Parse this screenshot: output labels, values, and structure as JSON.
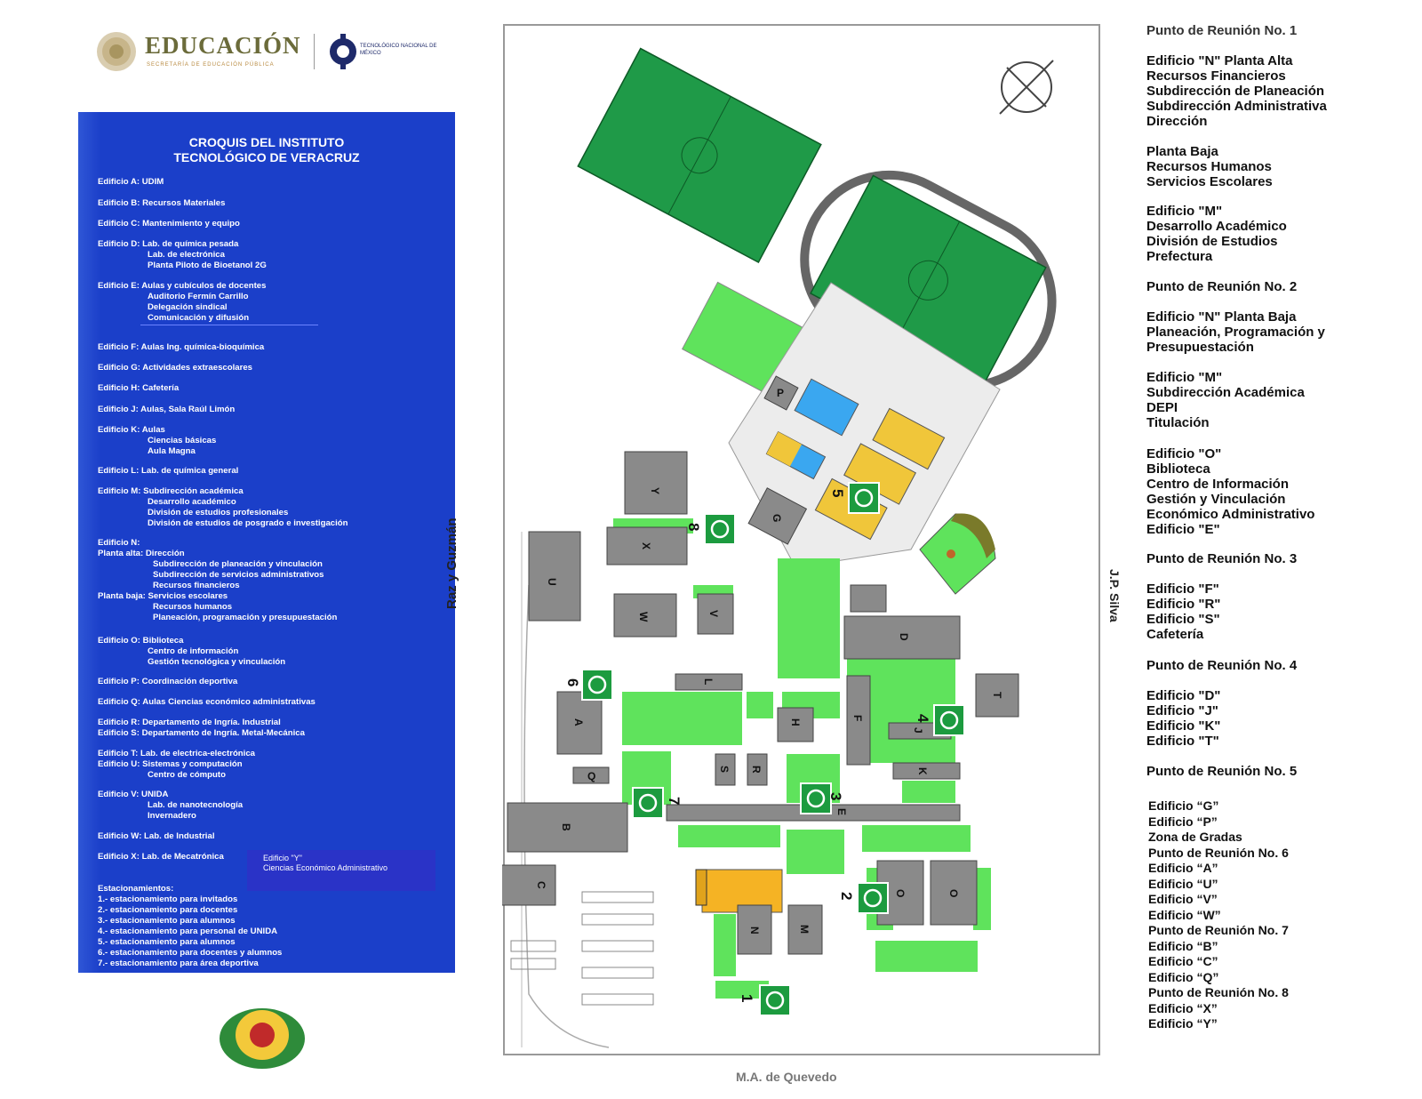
{
  "header": {
    "brand": "EDUCACIÓN",
    "brand_sub": "SECRETARÍA DE EDUCACIÓN PÚBLICA",
    "tecnm": "TECNOLÓGICO NACIONAL DE MÉXICO"
  },
  "legend": {
    "title_line1": "CROQUIS DEL INSTITUTO",
    "title_line2": "TECNOLÓGICO DE VERACRUZ",
    "edificio_a": "Edificio A: UDIM",
    "edificio_b": "Edificio B: Recursos Materiales",
    "edificio_c": "Edificio C: Mantenimiento y equipo",
    "edificio_d": [
      "Edificio D: Lab. de química pesada",
      "Lab. de electrónica",
      "Planta Piloto de Bioetanol 2G"
    ],
    "edificio_e": [
      "Edificio E: Aulas y cubículos de docentes",
      "Auditorio Fermín Carrillo",
      "Delegación sindical",
      "Comunicación y difusión"
    ],
    "edificio_f": "Edificio F: Aulas Ing. química-bioquímica",
    "edificio_g": "Edificio G: Actividades extraescolares",
    "edificio_h": "Edificio H: Cafetería",
    "edificio_j": "Edificio J: Aulas, Sala Raúl Limón",
    "edificio_k": [
      "Edificio K: Aulas",
      "Ciencias básicas",
      "Aula Magna"
    ],
    "edificio_l": "Edificio L: Lab. de química general",
    "edificio_m": [
      "Edificio M: Subdirección académica",
      "Desarrollo académico",
      "División de estudios profesionales",
      "División de estudios de posgrado e investigación"
    ],
    "edificio_n_head": "Edificio N:",
    "edificio_n_alta": [
      "Planta alta: Dirección",
      "Subdirección de planeación y vinculación",
      "Subdirección de servicios administrativos",
      "Recursos financieros"
    ],
    "edificio_n_baja": [
      "Planta baja: Servicios escolares",
      "Recursos humanos",
      "Planeación, programación y presupuestación"
    ],
    "edificio_o": [
      "Edificio O: Biblioteca",
      "Centro de información",
      "Gestión tecnológica y vinculación"
    ],
    "edificio_p": "Edificio P: Coordinación deportiva",
    "edificio_q": "Edificio Q: Aulas Ciencias económico administrativas",
    "edificio_rs": [
      "Edificio R: Departamento de Ingría. Industrial",
      "Edificio S: Departamento de Ingría. Metal-Mecánica"
    ],
    "edificio_tu": [
      "Edificio T: Lab. de electrica-electrónica",
      "Edificio U: Sistemas y computación",
      "Centro de cómputo"
    ],
    "edificio_v": [
      "Edificio V: UNIDA",
      "Lab. de nanotecnología",
      "Invernadero"
    ],
    "edificio_w": "Edificio W: Lab. de Industrial",
    "edificio_x": "Edificio X: Lab. de Mecatrónica",
    "inset_y": [
      "Edificio \"Y\"",
      "Ciencias Económico Administrativo"
    ],
    "estacionamientos_head": "Estacionamientos:",
    "estacionamientos": [
      "1.- estacionamiento para invitados",
      "2.- estacionamiento para docentes",
      "3.- estacionamiento para alumnos",
      "4.- estacionamiento para personal de UNIDA",
      "5.- estacionamiento para alumnos",
      "6.- estacionamiento para docentes y alumnos",
      "7.- estacionamiento para área deportiva"
    ]
  },
  "streets": {
    "left": "Raz y Guzmán",
    "right": "J.P. Silva",
    "bottom": "M.A. de Quevedo"
  },
  "meeting_points": {
    "p1_title": "Punto de Reunión No. 1",
    "p1_alta": [
      "Edificio \"N\" Planta Alta",
      "Recursos Financieros",
      "Subdirección de Planeación",
      "Subdirección Administrativa",
      "Dirección"
    ],
    "p1_baja": [
      "Planta Baja",
      "Recursos Humanos",
      "Servicios Escolares"
    ],
    "p1_m": [
      "Edificio \"M\"",
      "Desarrollo Académico",
      "División de Estudios",
      "Prefectura"
    ],
    "p2_title": "Punto de Reunión No. 2",
    "p2_n": [
      "Edificio \"N\" Planta Baja",
      "Planeación, Programación y",
      "Presupuestación"
    ],
    "p2_m": [
      "Edificio \"M\"",
      "Subdirección Académica",
      "DEPI",
      "Titulación"
    ],
    "p2_o": [
      "Edificio \"O\"",
      "Biblioteca",
      "Centro de Información",
      "Gestión y Vinculación",
      "Económico Administrativo",
      "Edificio \"E\""
    ],
    "p3_title": "Punto de Reunión No. 3",
    "p3": [
      "Edificio \"F\"",
      "Edificio \"R\"",
      "Edificio \"S\"",
      "Cafetería"
    ],
    "p4_title": "Punto de Reunión No. 4",
    "p4": [
      "Edificio \"D\"",
      "Edificio \"J\"",
      "Edificio \"K\"",
      "Edificio \"T\""
    ],
    "p5_title": "Punto de Reunión No. 5",
    "p5_rest": [
      "Edificio “G”",
      "Edificio “P”",
      "Zona de Gradas",
      "Punto de Reunión No. 6",
      "Edificio “A”",
      "Edificio “U”",
      "Edificio “V”",
      "Edificio “W”",
      "Punto de Reunión No. 7",
      "Edificio “B”",
      "Edificio “C”",
      "Edificio “Q”",
      "Punto de Reunión No. 8",
      "Edificio “X”",
      "Edificio “Y”"
    ]
  },
  "map": {
    "buildings": [
      "A",
      "B",
      "C",
      "D",
      "E",
      "F",
      "G",
      "H",
      "J",
      "K",
      "L",
      "M",
      "N",
      "O",
      "O",
      "P",
      "Q",
      "R",
      "S",
      "T",
      "U",
      "V",
      "W",
      "X",
      "Y"
    ],
    "meeting_point_numbers": [
      "1",
      "2",
      "3",
      "4",
      "5",
      "6",
      "7",
      "8"
    ],
    "colors": {
      "field_green": "#1f9a48",
      "lawn_green": "#5fe35c",
      "building_gray": "#8a8a8a",
      "court_yellow": "#f0c63a",
      "pool_blue": "#3aa7f0",
      "meeting_green": "#1c9b3f"
    }
  }
}
